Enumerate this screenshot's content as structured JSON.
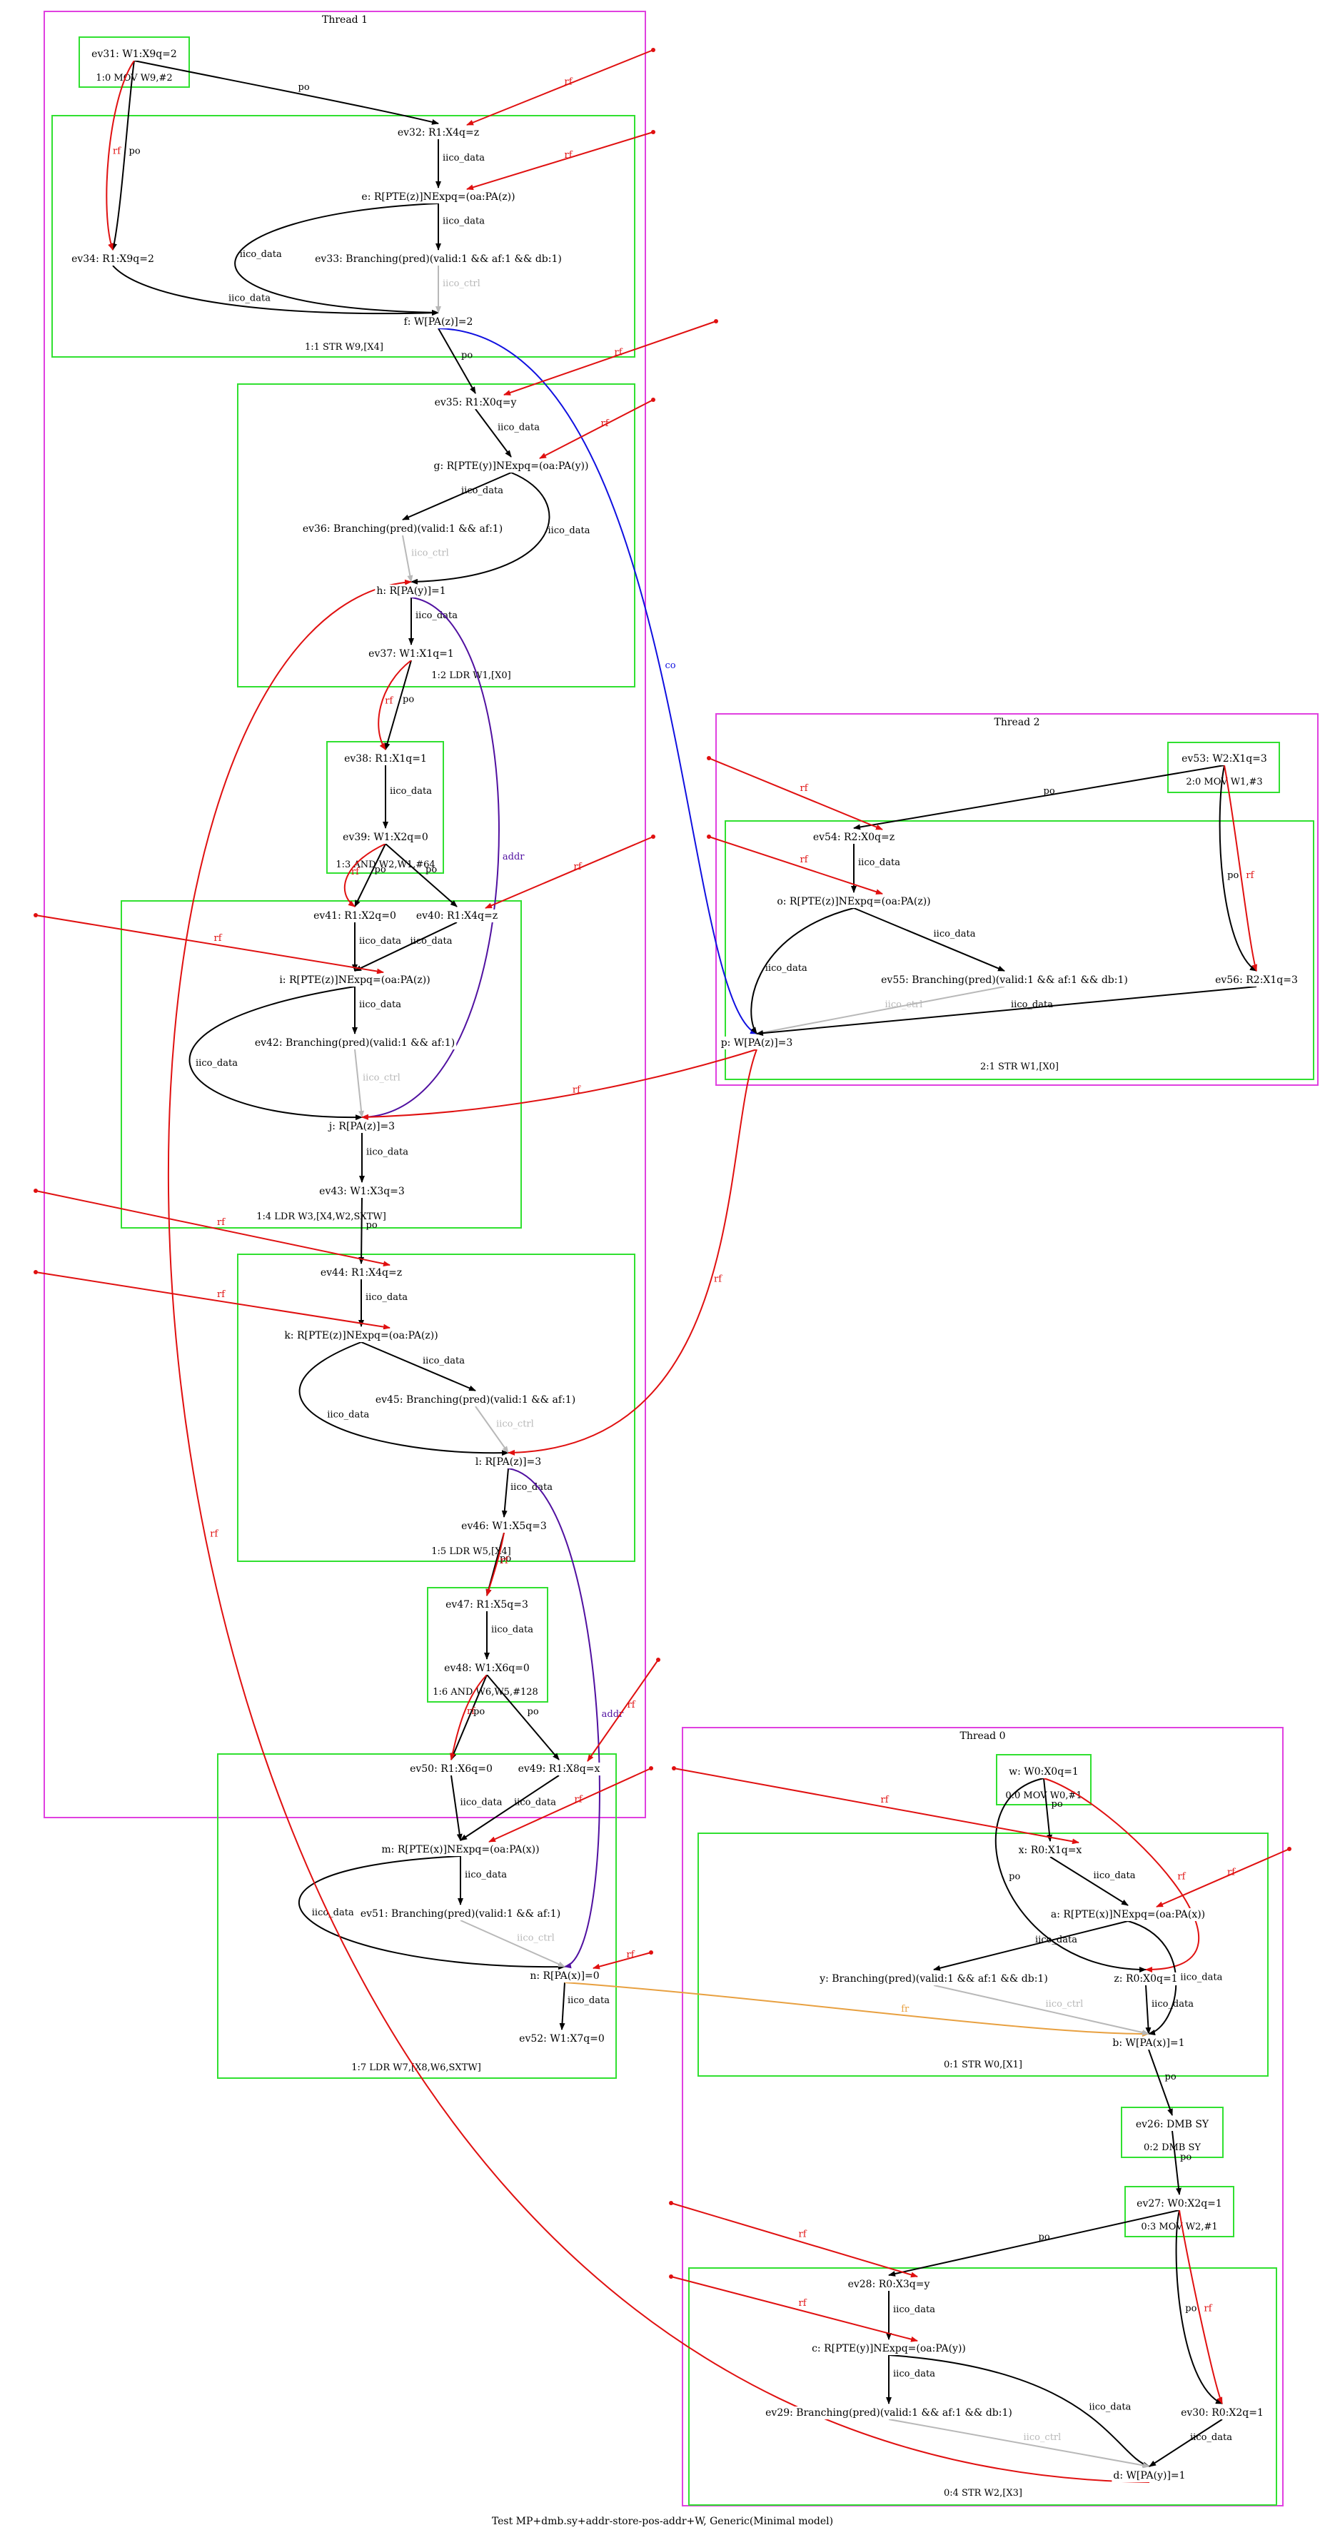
{
  "caption": "Test MP+dmb.sy+addr-store-pos-addr+W, Generic(Minimal model)",
  "colors": {
    "thread_border": "#e040e0",
    "instr_border": "#30e030",
    "po": "#000000",
    "iico_ctrl": "#b8b8b8",
    "rf": "#e01010",
    "co": "#1010e0",
    "addr": "#5010a0",
    "fr": "#e8a040"
  },
  "threads": [
    {
      "id": "T1",
      "label": "Thread 1"
    },
    {
      "id": "T2",
      "label": "Thread 2"
    },
    {
      "id": "T0",
      "label": "Thread 0"
    }
  ],
  "instructions": [
    {
      "id": "i10",
      "label": "1:0 MOV W9,#2"
    },
    {
      "id": "i11",
      "label": "1:1 STR W9,[X4]"
    },
    {
      "id": "i12",
      "label": "1:2 LDR W1,[X0]"
    },
    {
      "id": "i13",
      "label": "1:3 AND W2,W1,#64"
    },
    {
      "id": "i14",
      "label": "1:4 LDR W3,[X4,W2,SXTW]"
    },
    {
      "id": "i15",
      "label": "1:5 LDR W5,[X4]"
    },
    {
      "id": "i16",
      "label": "1:6 AND W6,W5,#128"
    },
    {
      "id": "i17",
      "label": "1:7 LDR W7,[X8,W6,SXTW]"
    },
    {
      "id": "i20",
      "label": "2:0 MOV W1,#3"
    },
    {
      "id": "i21",
      "label": "2:1 STR W1,[X0]"
    },
    {
      "id": "i00",
      "label": "0:0 MOV W0,#1"
    },
    {
      "id": "i01",
      "label": "0:1 STR W0,[X1]"
    },
    {
      "id": "i02",
      "label": "0:2 DMB SY"
    },
    {
      "id": "i03",
      "label": "0:3 MOV W2,#1"
    },
    {
      "id": "i04",
      "label": "0:4 STR W2,[X3]"
    }
  ],
  "nodes": [
    {
      "id": "ev31",
      "label": "ev31: W1:X9q=2"
    },
    {
      "id": "ev32",
      "label": "ev32: R1:X4q=z"
    },
    {
      "id": "e",
      "label": "e: R[PTE(z)]NExpq=(oa:PA(z))"
    },
    {
      "id": "ev33",
      "label": "ev33: Branching(pred)(valid:1 && af:1 && db:1)"
    },
    {
      "id": "ev34",
      "label": "ev34: R1:X9q=2"
    },
    {
      "id": "f",
      "label": "f: W[PA(z)]=2"
    },
    {
      "id": "ev35",
      "label": "ev35: R1:X0q=y"
    },
    {
      "id": "g",
      "label": "g: R[PTE(y)]NExpq=(oa:PA(y))"
    },
    {
      "id": "ev36",
      "label": "ev36: Branching(pred)(valid:1 && af:1)"
    },
    {
      "id": "h",
      "label": "h: R[PA(y)]=1"
    },
    {
      "id": "ev37",
      "label": "ev37: W1:X1q=1"
    },
    {
      "id": "ev38",
      "label": "ev38: R1:X1q=1"
    },
    {
      "id": "ev39",
      "label": "ev39: W1:X2q=0"
    },
    {
      "id": "ev41",
      "label": "ev41: R1:X2q=0"
    },
    {
      "id": "ev40",
      "label": "ev40: R1:X4q=z"
    },
    {
      "id": "i",
      "label": "i: R[PTE(z)]NExpq=(oa:PA(z))"
    },
    {
      "id": "ev42",
      "label": "ev42: Branching(pred)(valid:1 && af:1)"
    },
    {
      "id": "j",
      "label": "j: R[PA(z)]=3"
    },
    {
      "id": "ev43",
      "label": "ev43: W1:X3q=3"
    },
    {
      "id": "ev44",
      "label": "ev44: R1:X4q=z"
    },
    {
      "id": "k",
      "label": "k: R[PTE(z)]NExpq=(oa:PA(z))"
    },
    {
      "id": "ev45",
      "label": "ev45: Branching(pred)(valid:1 && af:1)"
    },
    {
      "id": "l",
      "label": "l: R[PA(z)]=3"
    },
    {
      "id": "ev46",
      "label": "ev46: W1:X5q=3"
    },
    {
      "id": "ev47",
      "label": "ev47: R1:X5q=3"
    },
    {
      "id": "ev48",
      "label": "ev48: W1:X6q=0"
    },
    {
      "id": "ev50",
      "label": "ev50: R1:X6q=0"
    },
    {
      "id": "ev49",
      "label": "ev49: R1:X8q=x"
    },
    {
      "id": "m",
      "label": "m: R[PTE(x)]NExpq=(oa:PA(x))"
    },
    {
      "id": "ev51",
      "label": "ev51: Branching(pred)(valid:1 && af:1)"
    },
    {
      "id": "n",
      "label": "n: R[PA(x)]=0"
    },
    {
      "id": "ev52",
      "label": "ev52: W1:X7q=0"
    },
    {
      "id": "ev53",
      "label": "ev53: W2:X1q=3"
    },
    {
      "id": "ev54",
      "label": "ev54: R2:X0q=z"
    },
    {
      "id": "o",
      "label": "o: R[PTE(z)]NExpq=(oa:PA(z))"
    },
    {
      "id": "ev55",
      "label": "ev55: Branching(pred)(valid:1 && af:1 && db:1)"
    },
    {
      "id": "ev56",
      "label": "ev56: R2:X1q=3"
    },
    {
      "id": "p",
      "label": "p: W[PA(z)]=3"
    },
    {
      "id": "w",
      "label": "w: W0:X0q=1"
    },
    {
      "id": "x",
      "label": "x: R0:X1q=x"
    },
    {
      "id": "a",
      "label": "a: R[PTE(x)]NExpq=(oa:PA(x))"
    },
    {
      "id": "y",
      "label": "y: Branching(pred)(valid:1 && af:1 && db:1)"
    },
    {
      "id": "z",
      "label": "z: R0:X0q=1"
    },
    {
      "id": "b",
      "label": "b: W[PA(x)]=1"
    },
    {
      "id": "ev26",
      "label": "ev26: DMB SY"
    },
    {
      "id": "ev27",
      "label": "ev27: W0:X2q=1"
    },
    {
      "id": "ev28",
      "label": "ev28: R0:X3q=y"
    },
    {
      "id": "c",
      "label": "c: R[PTE(y)]NExpq=(oa:PA(y))"
    },
    {
      "id": "ev29",
      "label": "ev29: Branching(pred)(valid:1 && af:1 && db:1)"
    },
    {
      "id": "ev30",
      "label": "ev30: R0:X2q=1"
    },
    {
      "id": "d",
      "label": "d: W[PA(y)]=1"
    }
  ],
  "edges": [
    {
      "from": "ev31",
      "to": "ev32",
      "type": "po",
      "label": "po"
    },
    {
      "from": "ev31",
      "to": "ev34",
      "type": "po",
      "label": "po"
    },
    {
      "from": "ev31",
      "to": "ev34",
      "type": "rf",
      "label": "rf"
    },
    {
      "from": "ev32",
      "to": "e",
      "type": "po",
      "label": "iico_data"
    },
    {
      "from": "e",
      "to": "ev33",
      "type": "po",
      "label": "iico_data"
    },
    {
      "from": "e",
      "to": "f",
      "type": "po",
      "label": "iico_data"
    },
    {
      "from": "ev34",
      "to": "f",
      "type": "po",
      "label": "iico_data"
    },
    {
      "from": "ev33",
      "to": "f",
      "type": "iico_ctrl",
      "label": "iico_ctrl"
    },
    {
      "from": "f",
      "to": "ev35",
      "type": "po",
      "label": "po"
    },
    {
      "from": "f",
      "to": "p",
      "type": "co",
      "label": "co"
    },
    {
      "from": "ev35",
      "to": "g",
      "type": "po",
      "label": "iico_data"
    },
    {
      "from": "g",
      "to": "ev36",
      "type": "po",
      "label": "iico_data"
    },
    {
      "from": "g",
      "to": "h",
      "type": "po",
      "label": "iico_data"
    },
    {
      "from": "ev36",
      "to": "h",
      "type": "iico_ctrl",
      "label": "iico_ctrl"
    },
    {
      "from": "h",
      "to": "ev37",
      "type": "po",
      "label": "iico_data"
    },
    {
      "from": "h",
      "to": "j",
      "type": "addr",
      "label": "addr"
    },
    {
      "from": "ev37",
      "to": "ev38",
      "type": "po",
      "label": "po"
    },
    {
      "from": "ev37",
      "to": "ev38",
      "type": "rf",
      "label": "rf"
    },
    {
      "from": "ev38",
      "to": "ev39",
      "type": "po",
      "label": "iico_data"
    },
    {
      "from": "ev39",
      "to": "ev41",
      "type": "po",
      "label": "po"
    },
    {
      "from": "ev39",
      "to": "ev41",
      "type": "rf",
      "label": "rf"
    },
    {
      "from": "ev39",
      "to": "ev40",
      "type": "po",
      "label": "po"
    },
    {
      "from": "ev41",
      "to": "i",
      "type": "po",
      "label": "iico_data"
    },
    {
      "from": "ev40",
      "to": "i",
      "type": "po",
      "label": "iico_data"
    },
    {
      "from": "i",
      "to": "ev42",
      "type": "po",
      "label": "iico_data"
    },
    {
      "from": "i",
      "to": "j",
      "type": "po",
      "label": "iico_data"
    },
    {
      "from": "ev42",
      "to": "j",
      "type": "iico_ctrl",
      "label": "iico_ctrl"
    },
    {
      "from": "p",
      "to": "j",
      "type": "rf",
      "label": "rf"
    },
    {
      "from": "j",
      "to": "ev43",
      "type": "po",
      "label": "iico_data"
    },
    {
      "from": "ev43",
      "to": "ev44",
      "type": "po",
      "label": "po"
    },
    {
      "from": "ev44",
      "to": "k",
      "type": "po",
      "label": "iico_data"
    },
    {
      "from": "k",
      "to": "ev45",
      "type": "po",
      "label": "iico_data"
    },
    {
      "from": "k",
      "to": "l",
      "type": "po",
      "label": "iico_data"
    },
    {
      "from": "ev45",
      "to": "l",
      "type": "iico_ctrl",
      "label": "iico_ctrl"
    },
    {
      "from": "p",
      "to": "l",
      "type": "rf",
      "label": "rf"
    },
    {
      "from": "l",
      "to": "ev46",
      "type": "po",
      "label": "iico_data"
    },
    {
      "from": "l",
      "to": "n",
      "type": "addr",
      "label": "addr"
    },
    {
      "from": "ev46",
      "to": "ev47",
      "type": "po",
      "label": "po"
    },
    {
      "from": "ev46",
      "to": "ev47",
      "type": "rf",
      "label": "rf"
    },
    {
      "from": "ev47",
      "to": "ev48",
      "type": "po",
      "label": "iico_data"
    },
    {
      "from": "ev48",
      "to": "ev50",
      "type": "po",
      "label": "po"
    },
    {
      "from": "ev48",
      "to": "ev50",
      "type": "rf",
      "label": "rf"
    },
    {
      "from": "ev48",
      "to": "ev49",
      "type": "po",
      "label": "po"
    },
    {
      "from": "ev50",
      "to": "m",
      "type": "po",
      "label": "iico_data"
    },
    {
      "from": "ev49",
      "to": "m",
      "type": "po",
      "label": "iico_data"
    },
    {
      "from": "m",
      "to": "ev51",
      "type": "po",
      "label": "iico_data"
    },
    {
      "from": "m",
      "to": "n",
      "type": "po",
      "label": "iico_data"
    },
    {
      "from": "ev51",
      "to": "n",
      "type": "iico_ctrl",
      "label": "iico_ctrl"
    },
    {
      "from": "n",
      "to": "ev52",
      "type": "po",
      "label": "iico_data"
    },
    {
      "from": "n",
      "to": "b",
      "type": "fr",
      "label": "fr"
    },
    {
      "from": "ev53",
      "to": "ev54",
      "type": "po",
      "label": "po"
    },
    {
      "from": "ev53",
      "to": "ev56",
      "type": "po",
      "label": "po"
    },
    {
      "from": "ev53",
      "to": "ev56",
      "type": "rf",
      "label": "rf"
    },
    {
      "from": "ev54",
      "to": "o",
      "type": "po",
      "label": "iico_data"
    },
    {
      "from": "o",
      "to": "ev55",
      "type": "po",
      "label": "iico_data"
    },
    {
      "from": "o",
      "to": "p",
      "type": "po",
      "label": "iico_data"
    },
    {
      "from": "ev55",
      "to": "p",
      "type": "iico_ctrl",
      "label": "iico_ctrl"
    },
    {
      "from": "ev56",
      "to": "p",
      "type": "po",
      "label": "iico_data"
    },
    {
      "from": "w",
      "to": "x",
      "type": "po",
      "label": "po"
    },
    {
      "from": "w",
      "to": "z",
      "type": "po",
      "label": "po"
    },
    {
      "from": "w",
      "to": "z",
      "type": "rf",
      "label": "rf"
    },
    {
      "from": "x",
      "to": "a",
      "type": "po",
      "label": "iico_data"
    },
    {
      "from": "a",
      "to": "y",
      "type": "po",
      "label": "iico_data"
    },
    {
      "from": "a",
      "to": "b",
      "type": "po",
      "label": "iico_data"
    },
    {
      "from": "z",
      "to": "b",
      "type": "po",
      "label": "iico_data"
    },
    {
      "from": "y",
      "to": "b",
      "type": "iico_ctrl",
      "label": "iico_ctrl"
    },
    {
      "from": "b",
      "to": "ev26",
      "type": "po",
      "label": "po"
    },
    {
      "from": "ev26",
      "to": "ev27",
      "type": "po",
      "label": "po"
    },
    {
      "from": "ev27",
      "to": "ev28",
      "type": "po",
      "label": "po"
    },
    {
      "from": "ev27",
      "to": "ev30",
      "type": "po",
      "label": "po"
    },
    {
      "from": "ev27",
      "to": "ev30",
      "type": "rf",
      "label": "rf"
    },
    {
      "from": "ev28",
      "to": "c",
      "type": "po",
      "label": "iico_data"
    },
    {
      "from": "c",
      "to": "ev29",
      "type": "po",
      "label": "iico_data"
    },
    {
      "from": "c",
      "to": "d",
      "type": "po",
      "label": "iico_data"
    },
    {
      "from": "ev29",
      "to": "d",
      "type": "iico_ctrl",
      "label": "iico_ctrl"
    },
    {
      "from": "ev30",
      "to": "d",
      "type": "po",
      "label": "iico_data"
    },
    {
      "from": "d",
      "to": "h",
      "type": "rf",
      "label": "rf"
    }
  ],
  "initial_rf": [
    {
      "to": "ev32",
      "label": "rf"
    },
    {
      "to": "e",
      "label": "rf"
    },
    {
      "to": "ev35",
      "label": "rf"
    },
    {
      "to": "g",
      "label": "rf"
    },
    {
      "to": "ev40",
      "label": "rf"
    },
    {
      "to": "i",
      "label": "rf"
    },
    {
      "to": "ev44",
      "label": "rf"
    },
    {
      "to": "k",
      "label": "rf"
    },
    {
      "to": "ev49",
      "label": "rf"
    },
    {
      "to": "m",
      "label": "rf"
    },
    {
      "to": "n",
      "label": "rf"
    },
    {
      "to": "ev54",
      "label": "rf"
    },
    {
      "to": "o",
      "label": "rf"
    },
    {
      "to": "x",
      "label": "rf"
    },
    {
      "to": "a",
      "label": "rf"
    },
    {
      "to": "ev28",
      "label": "rf"
    },
    {
      "to": "c",
      "label": "rf"
    }
  ]
}
